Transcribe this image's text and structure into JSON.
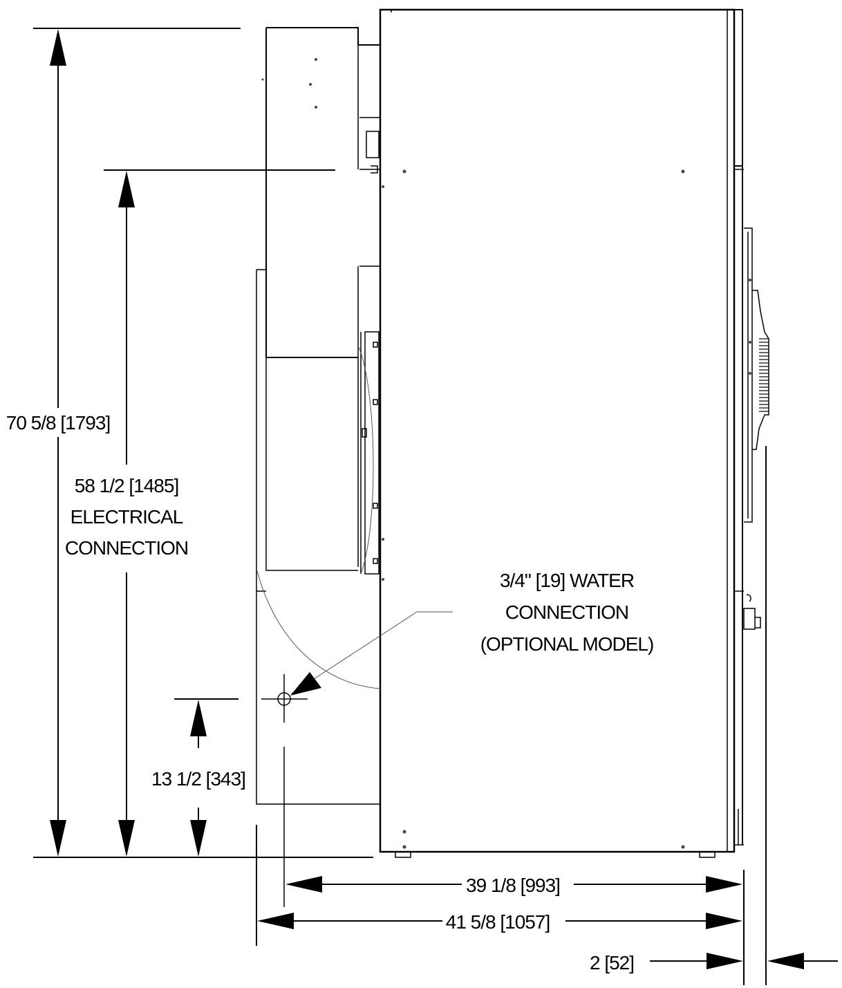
{
  "dimensions": {
    "overall_height": "70 5/8 [1793]",
    "electrical": {
      "line1": "58 1/2 [1485]",
      "line2": "ELECTRICAL",
      "line3": "CONNECTION"
    },
    "water_height": "13 1/2 [343]",
    "water_to_front": "39 1/8 [993]",
    "overall_depth": "41 5/8 [1057]",
    "door_projection": "2 [52]"
  },
  "water_connection": {
    "line1": "3/4\" [19] WATER",
    "line2": "CONNECTION",
    "line3": "(OPTIONAL MODEL)"
  }
}
